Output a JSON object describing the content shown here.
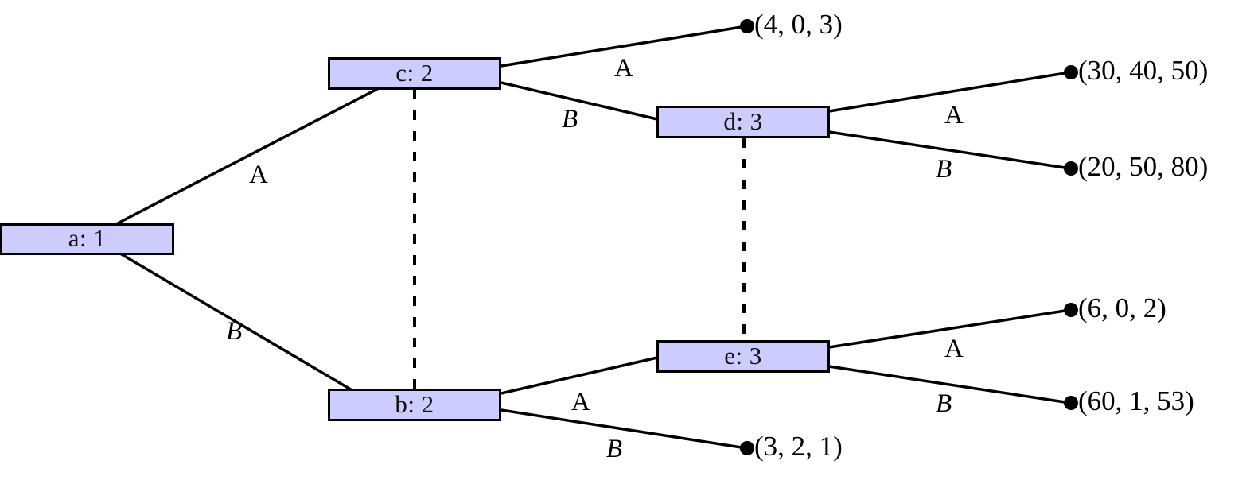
{
  "diagram": {
    "type": "extensive-form-game-tree",
    "background_color": "#ffffff",
    "node_fill_color": "#ccccff",
    "node_border_color": "#000000",
    "line_color": "#000000",
    "nodes": [
      {
        "id": "a",
        "label": "a:  1",
        "player": "1"
      },
      {
        "id": "c",
        "label": "c:  2",
        "player": "2"
      },
      {
        "id": "b",
        "label": "b:  2",
        "player": "2"
      },
      {
        "id": "d",
        "label": "d:  3",
        "player": "3"
      },
      {
        "id": "e",
        "label": "e:  3",
        "player": "3"
      }
    ],
    "actions": [
      {
        "id": "a-A",
        "label": "A",
        "style": "roman",
        "from": "a",
        "to": "c"
      },
      {
        "id": "a-B",
        "label": "B",
        "style": "italic",
        "from": "a",
        "to": "b"
      },
      {
        "id": "c-A",
        "label": "A",
        "style": "roman",
        "from": "c",
        "to": "t1"
      },
      {
        "id": "c-B",
        "label": "B",
        "style": "italic",
        "from": "c",
        "to": "d"
      },
      {
        "id": "b-A",
        "label": "A",
        "style": "roman",
        "from": "b",
        "to": "e"
      },
      {
        "id": "b-B",
        "label": "B",
        "style": "italic",
        "from": "b",
        "to": "t4"
      },
      {
        "id": "d-A",
        "label": "A",
        "style": "roman",
        "from": "d",
        "to": "t2"
      },
      {
        "id": "d-B",
        "label": "B",
        "style": "italic",
        "from": "d",
        "to": "t3"
      },
      {
        "id": "e-A",
        "label": "A",
        "style": "roman",
        "from": "e",
        "to": "t5"
      },
      {
        "id": "e-B",
        "label": "B",
        "style": "italic",
        "from": "e",
        "to": "t6"
      }
    ],
    "terminals": [
      {
        "id": "t1",
        "payoff": "(4, 0, 3)",
        "values": [
          4,
          0,
          3
        ]
      },
      {
        "id": "t2",
        "payoff": "(30, 40, 50)",
        "values": [
          30,
          40,
          50
        ]
      },
      {
        "id": "t3",
        "payoff": "(20, 50, 80)",
        "values": [
          20,
          50,
          80
        ]
      },
      {
        "id": "t4",
        "payoff": "(3, 2, 1)",
        "values": [
          3,
          2,
          1
        ]
      },
      {
        "id": "t5",
        "payoff": "(6, 0, 2)",
        "values": [
          6,
          0,
          2
        ]
      },
      {
        "id": "t6",
        "payoff": "(60, 1, 53)",
        "values": [
          60,
          1,
          53
        ]
      }
    ],
    "information_sets": [
      {
        "id": "info-set-player2",
        "connects": [
          "c",
          "b"
        ],
        "style": "dashed"
      },
      {
        "id": "info-set-player3",
        "connects": [
          "d",
          "e"
        ],
        "style": "dashed"
      }
    ]
  }
}
